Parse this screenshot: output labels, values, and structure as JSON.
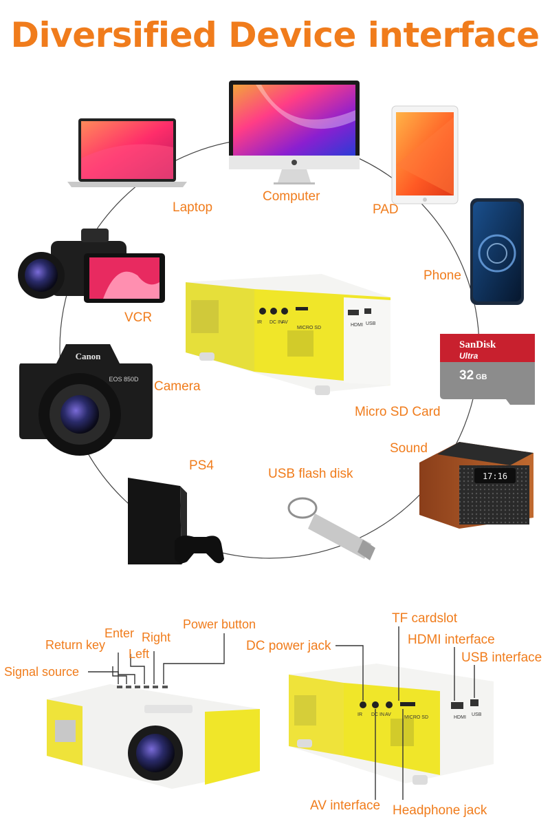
{
  "heading": "Diversified Device interface",
  "accent_color": "#f07c1c",
  "devices": [
    {
      "name": "Laptop",
      "icon": "laptop-icon"
    },
    {
      "name": "Computer",
      "icon": "desktop-computer-icon"
    },
    {
      "name": "PAD",
      "icon": "tablet-icon"
    },
    {
      "name": "Phone",
      "icon": "smartphone-icon"
    },
    {
      "name": "VCR",
      "icon": "camcorder-icon"
    },
    {
      "name": "Camera",
      "icon": "dslr-camera-icon"
    },
    {
      "name": "Micro SD Card",
      "icon": "micro-sd-card-icon"
    },
    {
      "name": "Sound",
      "icon": "speaker-icon"
    },
    {
      "name": "PS4",
      "icon": "game-console-icon"
    },
    {
      "name": "USB flash disk",
      "icon": "usb-flash-drive-icon"
    }
  ],
  "sd_card": {
    "brand": "SanDisk",
    "line": "Ultra",
    "capacity": "32",
    "unit": "GB"
  },
  "camera_brand": "Canon",
  "camera_model": "EOS 850D",
  "speaker_display": "17:16",
  "projector_ports": [
    "IR",
    "DC IN",
    "AV",
    "MICRO SD",
    "HDMI",
    "USB"
  ],
  "button_callouts": [
    "Power button",
    "Enter",
    "Right",
    "Return key",
    "Left",
    "Signal source"
  ],
  "port_callouts": [
    "TF cardslot",
    "HDMI interface",
    "DC power jack",
    "USB interface",
    "AV interface",
    "Headphone jack"
  ]
}
